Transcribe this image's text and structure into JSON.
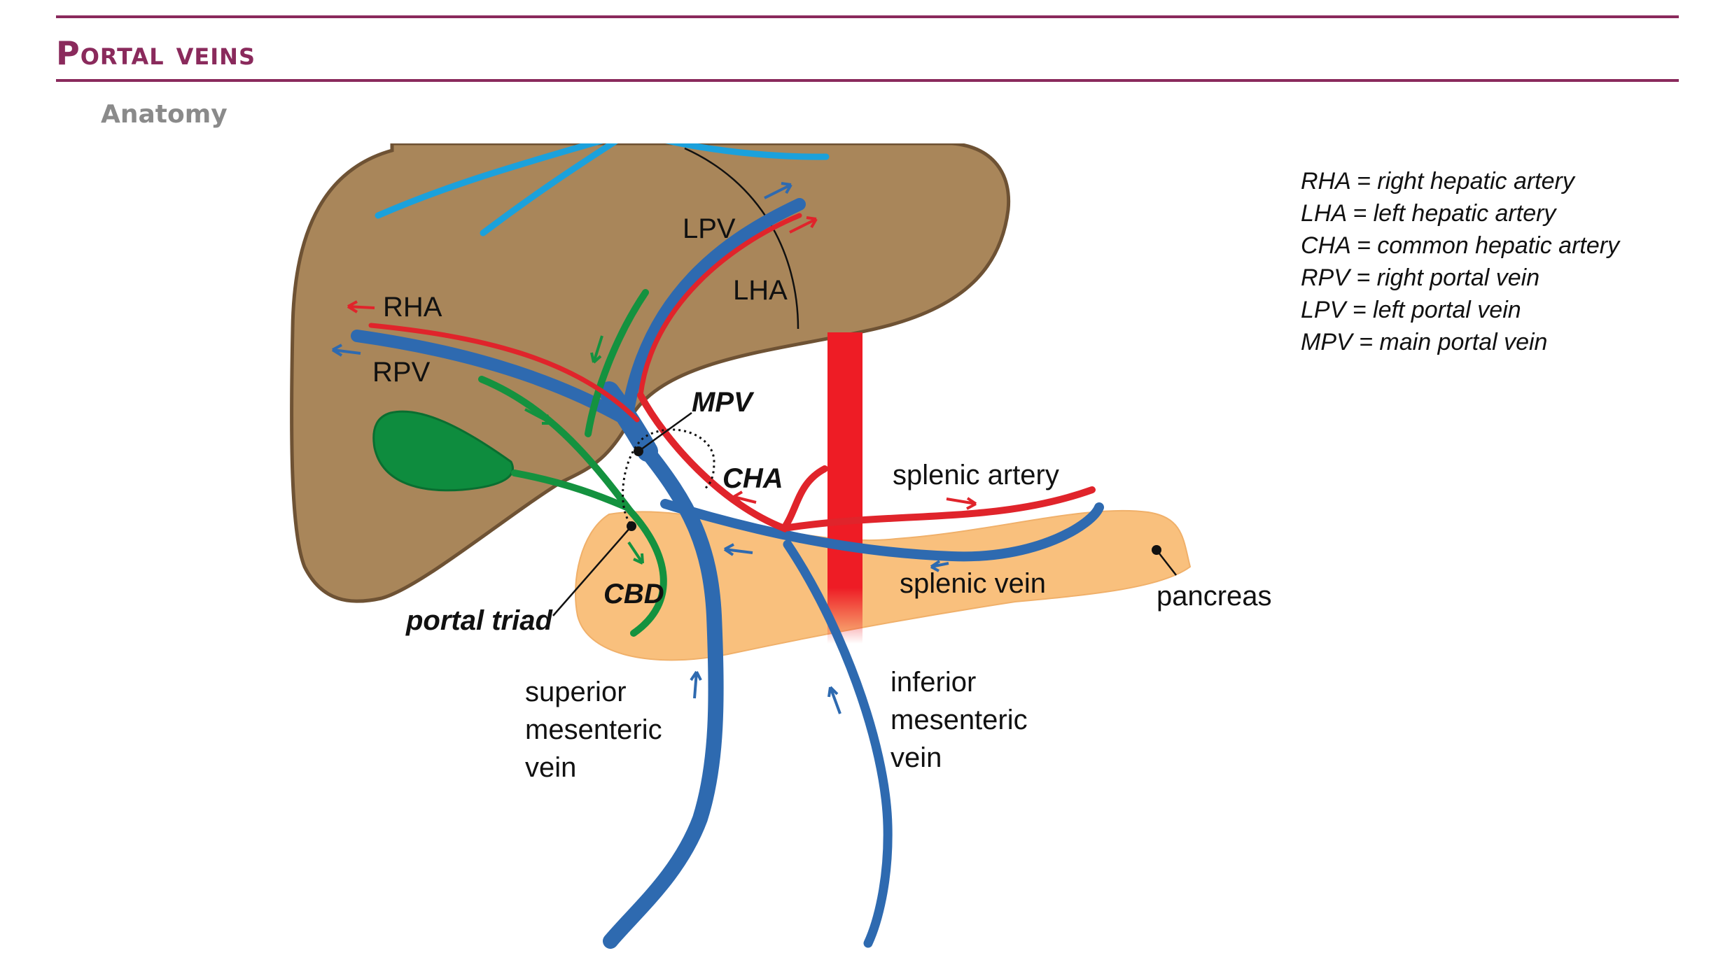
{
  "header": {
    "title": "Portal veins",
    "subtitle": "Anatomy"
  },
  "legend": [
    "RHA = right hepatic artery",
    "LHA = left hepatic artery",
    "CHA = common hepatic artery",
    "RPV = right portal vein",
    "LPV = left portal vein",
    "MPV = main portal vein"
  ],
  "labels": {
    "lpv": "LPV",
    "lha": "LHA",
    "rha": "RHA",
    "rpv": "RPV",
    "mpv": "MPV",
    "cha": "CHA",
    "splenic_artery": "splenic artery",
    "splenic_vein": "splenic vein",
    "pancreas": "pancreas",
    "cbd": "CBD",
    "portal_triad": "portal triad",
    "smv": [
      "superior",
      "mesenteric",
      "vein"
    ],
    "imv": [
      "inferior",
      "mesenteric",
      "vein"
    ]
  },
  "colors": {
    "brand": "#8a2a5c",
    "subtitle": "#8a8a8a",
    "liver": "#a9865a",
    "liver_outline": "#6e5234",
    "pancreas": "#f9c07d",
    "portal_vein": "#2e6ab0",
    "artery": "#e0242b",
    "aorta": "#ee1c25",
    "bile_duct": "#14923f",
    "hepatic_vein": "#1ba1dc"
  }
}
